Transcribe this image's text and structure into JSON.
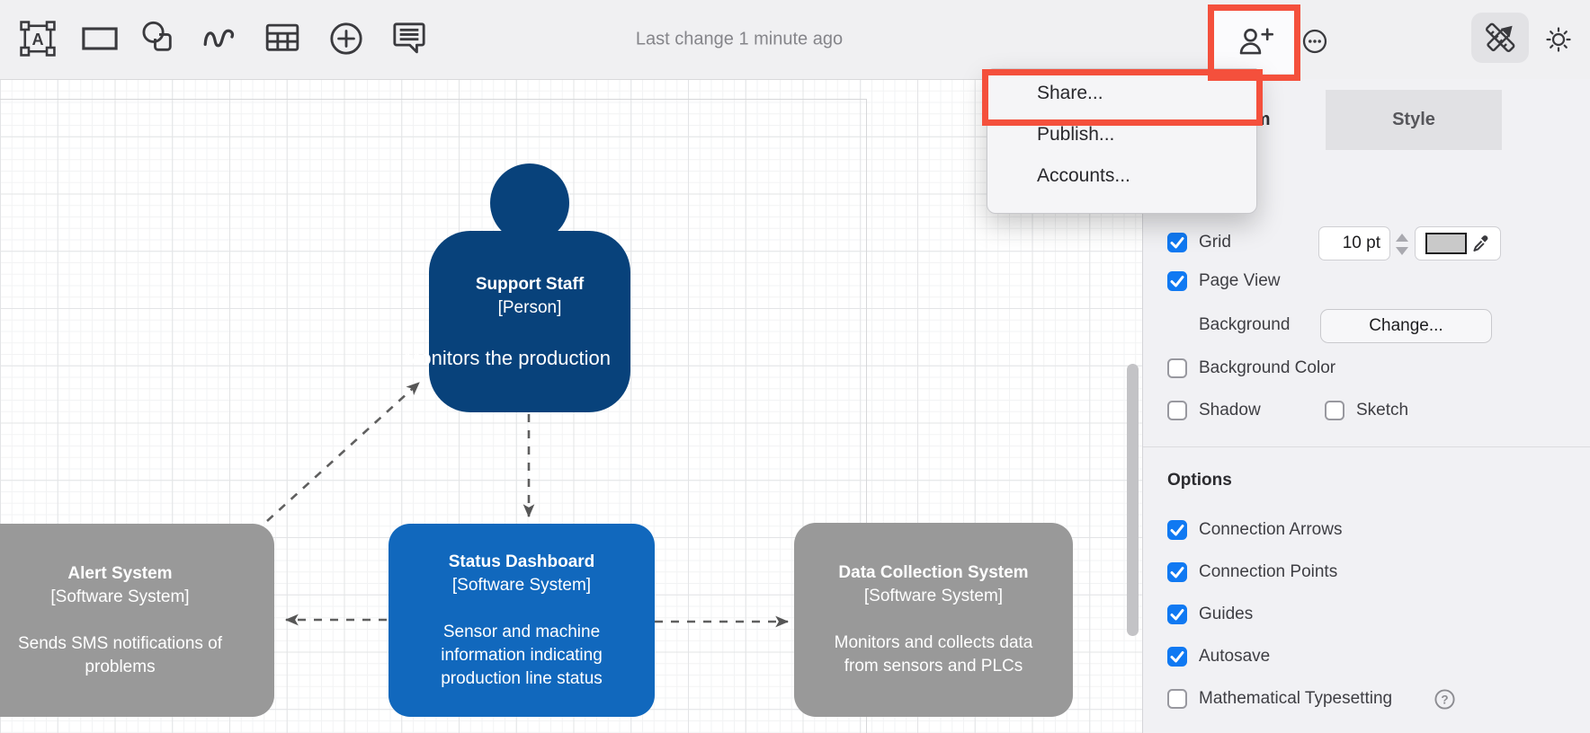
{
  "toolbar": {
    "status": "Last change 1 minute ago",
    "tools": [
      "text-tool",
      "rectangle-tool",
      "shapes-tool",
      "freehand-tool",
      "table-tool",
      "insert-tool",
      "comment-tool"
    ],
    "actions": [
      "add-collaborator",
      "more-options",
      "sketch-theme-toggle",
      "appearance-toggle"
    ]
  },
  "share_menu": {
    "items": [
      "Share...",
      "Publish...",
      "Accounts..."
    ]
  },
  "panel": {
    "tabs": [
      {
        "label": "Diagram",
        "active": true
      },
      {
        "label": "Style",
        "active": false
      }
    ],
    "view": {
      "grid_label": "Grid",
      "grid_checked": true,
      "grid_size": "10 pt",
      "page_view_label": "Page View",
      "page_view_checked": true,
      "background_label": "Background",
      "background_button": "Change...",
      "background_color_label": "Background Color",
      "background_color_checked": false,
      "shadow_label": "Shadow",
      "shadow_checked": false,
      "sketch_label": "Sketch",
      "sketch_checked": false
    },
    "options": {
      "header": "Options",
      "items": [
        {
          "label": "Connection Arrows",
          "checked": true
        },
        {
          "label": "Connection Points",
          "checked": true
        },
        {
          "label": "Guides",
          "checked": true
        },
        {
          "label": "Autosave",
          "checked": true
        },
        {
          "label": "Mathematical Typesetting",
          "checked": false,
          "has_help": true
        }
      ]
    }
  },
  "diagram": {
    "nodes": [
      {
        "title": "Support Staff",
        "subtitle": "[Person]",
        "description": "Monitors the production",
        "shape": "person",
        "color": "#08427B"
      },
      {
        "title": "Alert System",
        "subtitle": "[Software System]",
        "description": "Sends SMS notifications of problems",
        "shape": "rounded-box",
        "color": "#999999"
      },
      {
        "title": "Status Dashboard",
        "subtitle": "[Software System]",
        "description": "Sensor and machine information indicating production line status",
        "shape": "rounded-box",
        "color": "#1168BD"
      },
      {
        "title": "Data Collection System",
        "subtitle": "[Software System]",
        "description": "Monitors and collects data from sensors and PLCs",
        "shape": "rounded-box",
        "color": "#999999"
      }
    ],
    "edges": [
      {
        "from": "Alert System",
        "to": "Support Staff",
        "style": "dashed-arrow"
      },
      {
        "from": "Support Staff",
        "to": "Status Dashboard",
        "style": "dashed-arrow"
      },
      {
        "from": "Status Dashboard",
        "to": "Alert System",
        "style": "dashed-arrow"
      },
      {
        "from": "Status Dashboard",
        "to": "Data Collection System",
        "style": "dashed-arrow"
      }
    ]
  },
  "annotation": {
    "color": "#f4503c",
    "highlights": [
      "add-collaborator-button",
      "share-menu-item"
    ]
  }
}
